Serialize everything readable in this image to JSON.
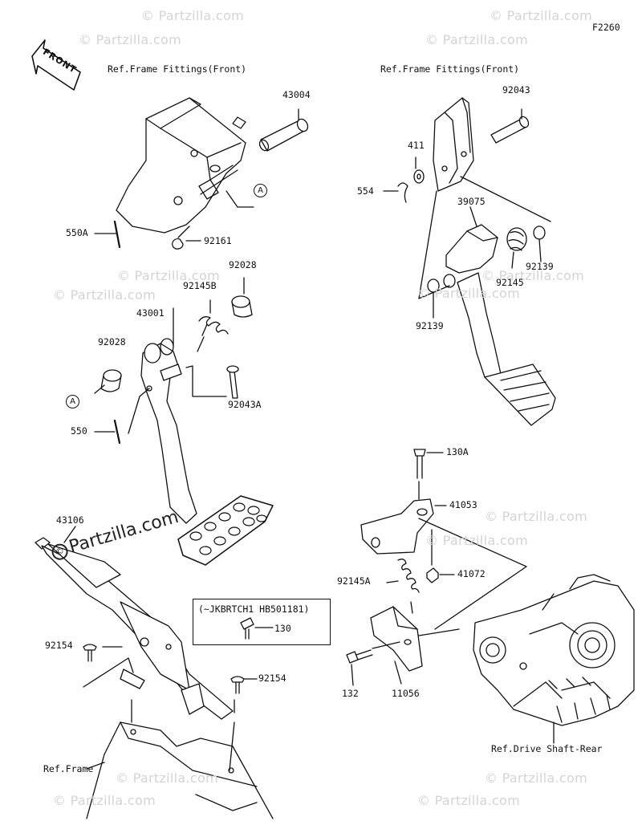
{
  "diagram": {
    "figure_code": "F2260",
    "front_badge": "FRONT",
    "watermark_small": "© Partzilla.com",
    "watermark_large": "Partzilla.com",
    "watermark_large_symbol": "©",
    "ref_labels": {
      "frame_fittings_left": "Ref.Frame Fittings(Front)",
      "frame_fittings_right": "Ref.Frame Fittings(Front)",
      "drive_shaft": "Ref.Drive Shaft-Rear",
      "frame": "Ref.Frame"
    },
    "callout_A": "A",
    "note_box": {
      "text": "(~JKBRTCH1 HB501181)",
      "part": "130"
    },
    "parts": {
      "p43004": "43004",
      "p92161": "92161",
      "p550A": "550A",
      "p92028_top": "92028",
      "p92145B": "92145B",
      "p43001": "43001",
      "p92028_left": "92028",
      "p92043A": "92043A",
      "p550": "550",
      "p43106": "43106",
      "p92154_left": "92154",
      "p92154_right": "92154",
      "p92043": "92043",
      "p411": "411",
      "p554": "554",
      "p39075": "39075",
      "p92139_right": "92139",
      "p92145": "92145",
      "p92139_left": "92139",
      "p130A": "130A",
      "p41053": "41053",
      "p41072": "41072",
      "p92145A": "92145A",
      "p132": "132",
      "p11056": "11056"
    }
  }
}
